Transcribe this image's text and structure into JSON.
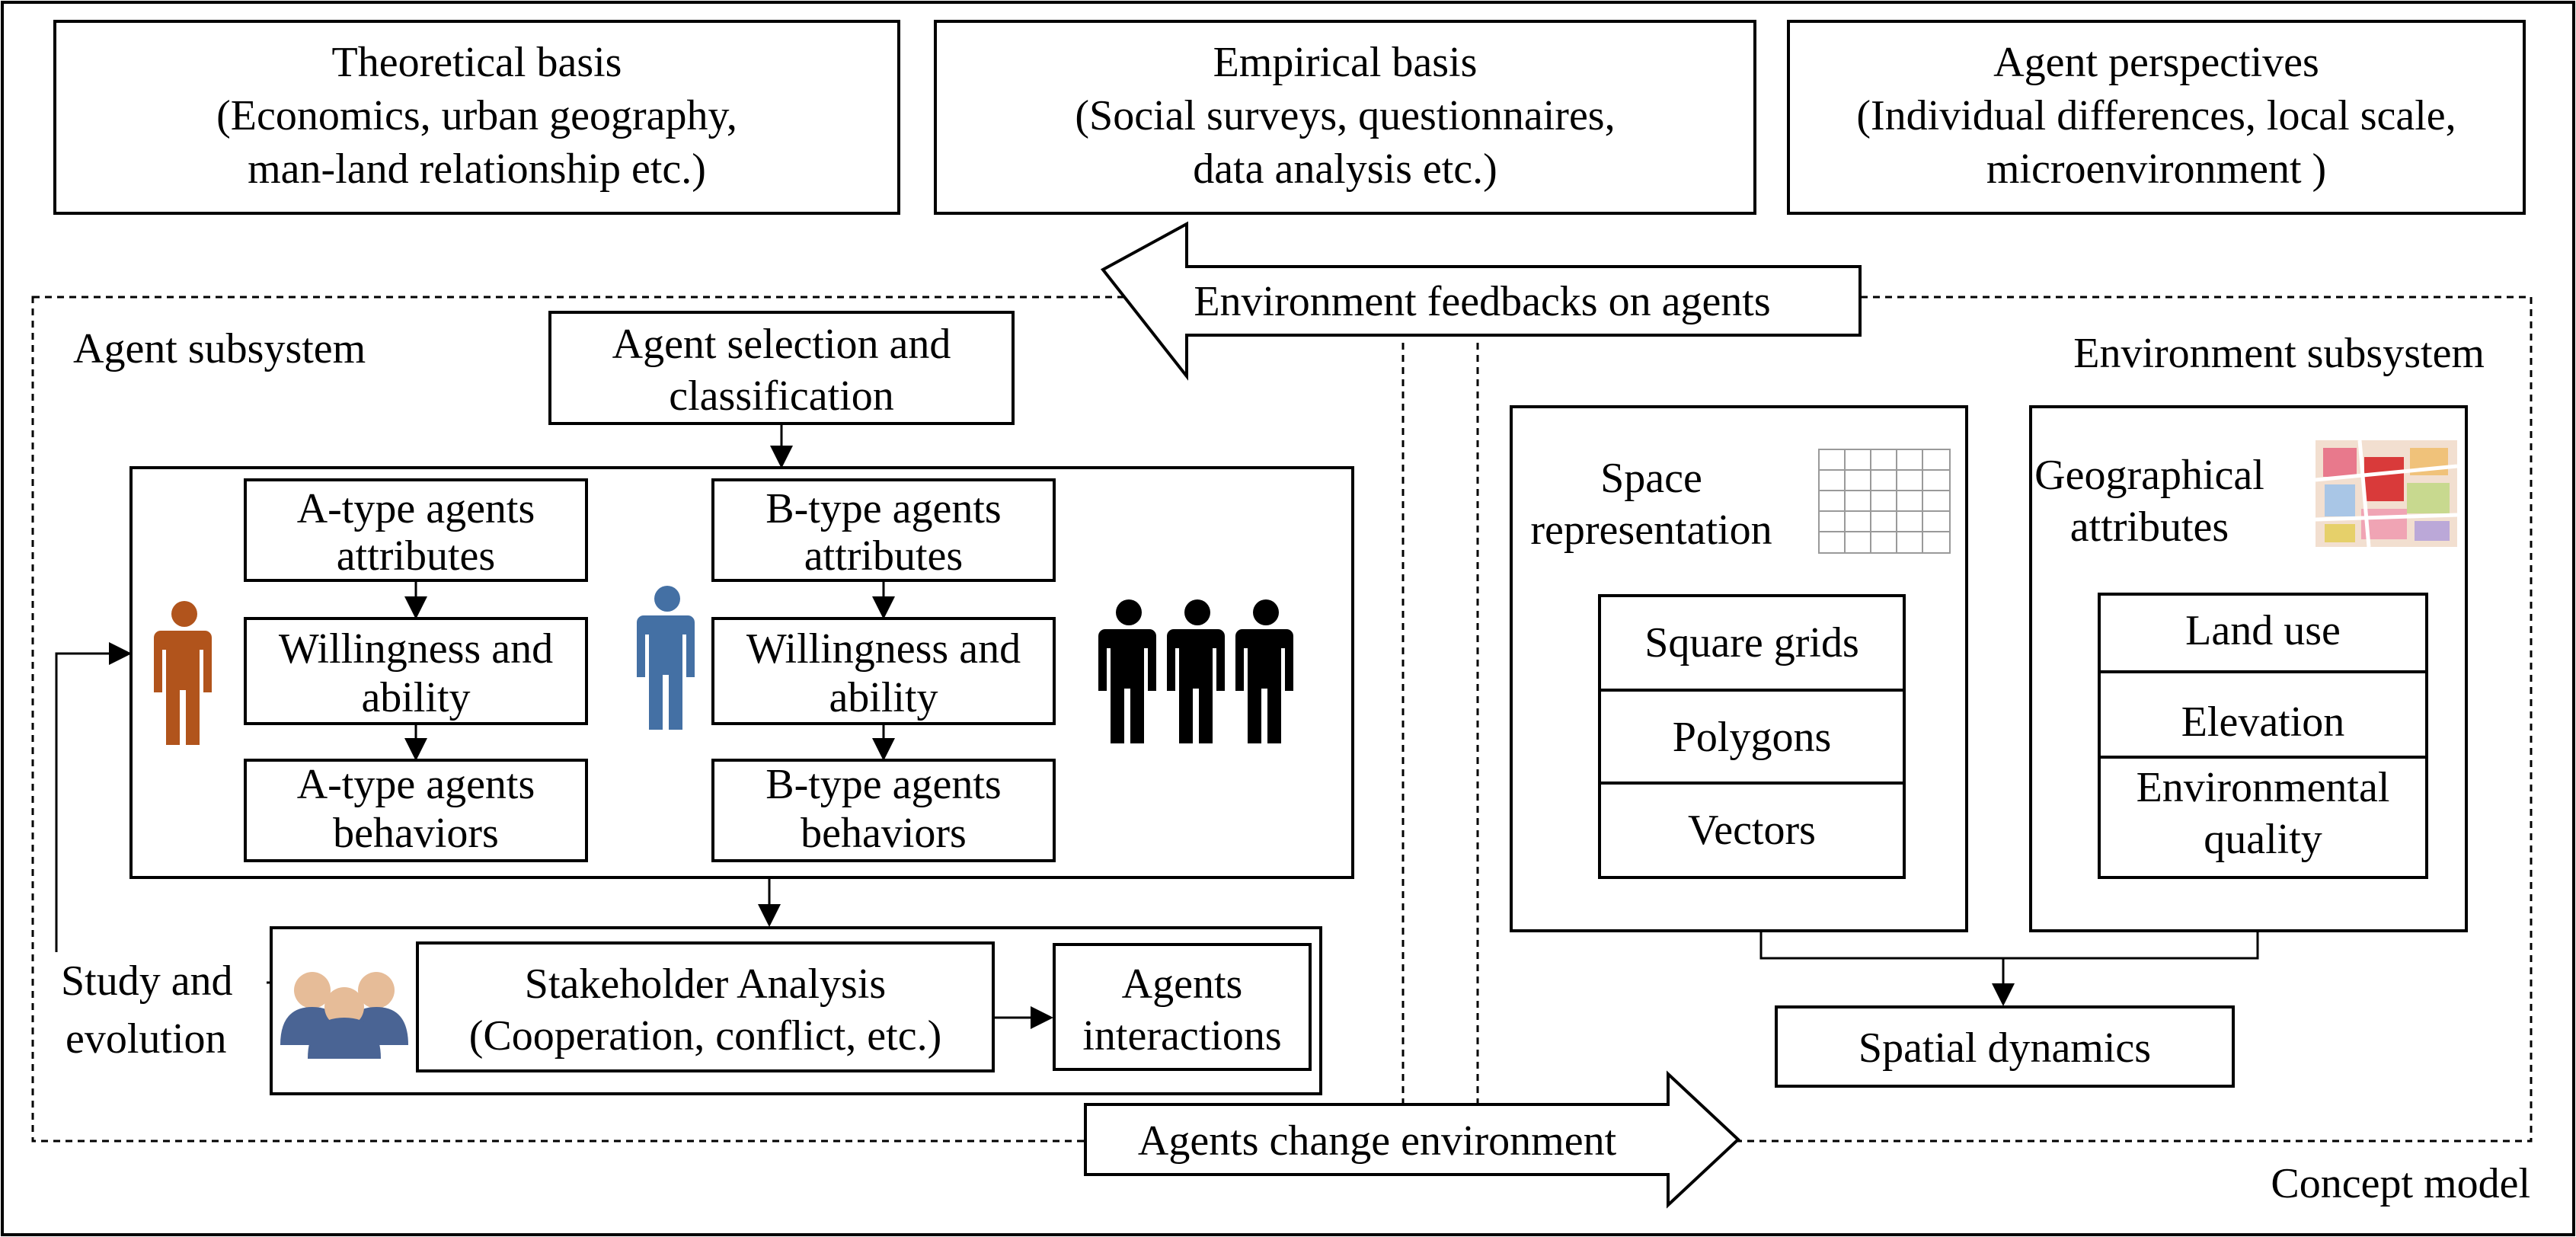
{
  "top_boxes": {
    "theory": {
      "line1": "Theoretical basis",
      "line2": "(Economics, urban geography,",
      "line3": "man-land relationship etc.)"
    },
    "empirical": {
      "line1": "Empirical basis",
      "line2": "(Social surveys, questionnaires,",
      "line3": "data analysis etc.)"
    },
    "perspective": {
      "line1": "Agent perspectives",
      "line2": "(Individual differences, local scale,",
      "line3": "microenvironment )"
    }
  },
  "arrows": {
    "feedback": "Environment feedbacks on agents",
    "change": "Agents change environment"
  },
  "agent_subsystem": {
    "title": "Agent subsystem",
    "selection": {
      "line1": "Agent selection and",
      "line2": "classification"
    },
    "a_attributes": {
      "line1": "A-type agents",
      "line2": "attributes"
    },
    "a_willingness": {
      "line1": "Willingness and",
      "line2": "ability"
    },
    "a_behaviors": {
      "line1": "A-type agents",
      "line2": "behaviors"
    },
    "b_attributes": {
      "line1": "B-type agents",
      "line2": "attributes"
    },
    "b_willingness": {
      "line1": "Willingness and",
      "line2": "ability"
    },
    "b_behaviors": {
      "line1": "B-type agents",
      "line2": "behaviors"
    },
    "study": {
      "line1": "Study and",
      "line2": "evolution"
    },
    "stakeholder": {
      "line1": "Stakeholder Analysis",
      "line2": "(Cooperation, conflict, etc.)"
    },
    "interactions": {
      "line1": "Agents",
      "line2": "interactions"
    }
  },
  "environment_subsystem": {
    "title": "Environment subsystem",
    "space": {
      "line1": "Space",
      "line2": "representation",
      "items": [
        "Square grids",
        "Polygons",
        "Vectors"
      ]
    },
    "geo": {
      "line1": "Geographical",
      "line2": "attributes",
      "items": [
        "Land use",
        "Elevation",
        "Environmental",
        "quality"
      ]
    },
    "dynamics": "Spatial dynamics"
  },
  "concept_label": "Concept model",
  "colors": {
    "agent_a": "#b1541c",
    "agent_b": "#4470a4",
    "agent_other": "#000000",
    "stakeholder_head": "#e6bc98",
    "stakeholder_body": "#4a6494"
  }
}
